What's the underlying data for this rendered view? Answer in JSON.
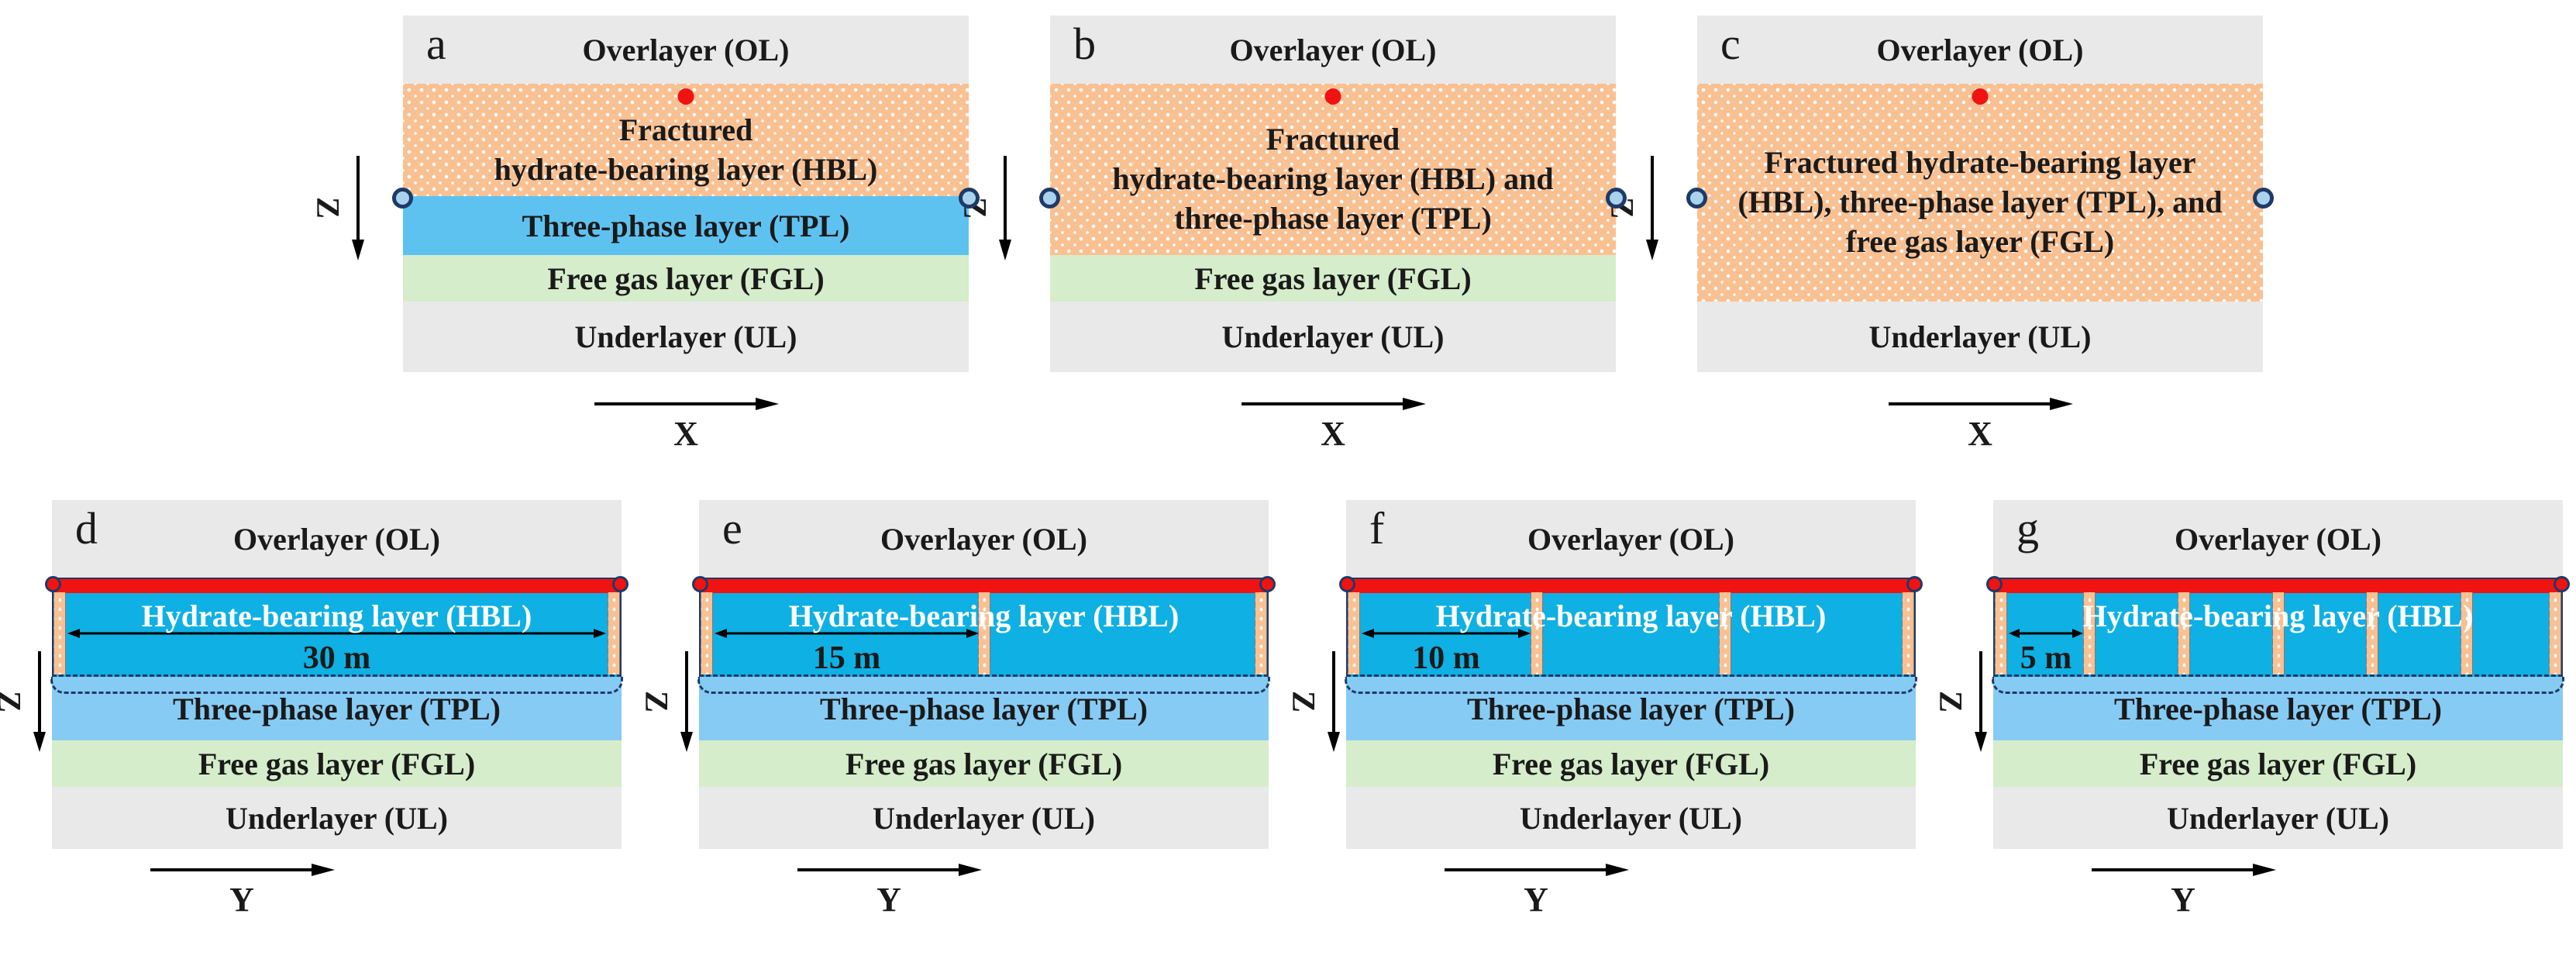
{
  "palette": {
    "gray": "#e9e9e9",
    "orange": "#f9c092",
    "cyan": "#0fb0e4",
    "tpl_top": "#5ec2f1",
    "tpl_bottom": "#86cbf4",
    "green": "#d5edca",
    "red": "#f11212",
    "navy": "#1f3a66",
    "circle": "#a9d2ef"
  },
  "axes": {
    "x": "X",
    "y": "Y",
    "z": "Z"
  },
  "top_row": [
    {
      "letter": "a",
      "labels": {
        "ol": "Overlayer (OL)",
        "tpl": "Three-phase layer (TPL)",
        "fgl": "Free gas layer (FGL)",
        "ul": "Underlayer (UL)"
      },
      "frac_lines": [
        "Fractured",
        "hydrate-bearing layer (HBL)"
      ]
    },
    {
      "letter": "b",
      "labels": {
        "ol": "Overlayer (OL)",
        "fgl": "Free gas layer (FGL)",
        "ul": "Underlayer (UL)"
      },
      "frac_lines": [
        "Fractured",
        "hydrate-bearing layer (HBL) and",
        "three-phase layer (TPL)"
      ]
    },
    {
      "letter": "c",
      "labels": {
        "ol": "Overlayer (OL)",
        "ul": "Underlayer (UL)"
      },
      "frac_lines": [
        "Fractured hydrate-bearing layer",
        "(HBL), three-phase layer (TPL), and",
        "free gas layer (FGL)"
      ]
    }
  ],
  "bottom_row": [
    {
      "letter": "d",
      "spacing": "30 m",
      "labels": {
        "ol": "Overlayer (OL)",
        "hbl": "Hydrate-bearing layer (HBL)",
        "tpl": "Three-phase layer (TPL)",
        "fgl": "Free gas layer (FGL)",
        "ul": "Underlayer (UL)"
      }
    },
    {
      "letter": "e",
      "spacing": "15 m",
      "labels": {
        "ol": "Overlayer (OL)",
        "hbl": "Hydrate-bearing layer (HBL)",
        "tpl": "Three-phase layer (TPL)",
        "fgl": "Free gas layer (FGL)",
        "ul": "Underlayer (UL)"
      }
    },
    {
      "letter": "f",
      "spacing": "10 m",
      "labels": {
        "ol": "Overlayer (OL)",
        "hbl": "Hydrate-bearing layer (HBL)",
        "tpl": "Three-phase layer (TPL)",
        "fgl": "Free gas layer (FGL)",
        "ul": "Underlayer (UL)"
      }
    },
    {
      "letter": "g",
      "spacing": "5 m",
      "labels": {
        "ol": "Overlayer (OL)",
        "hbl": "Hydrate-bearing layer (HBL)",
        "tpl": "Three-phase layer (TPL)",
        "fgl": "Free gas layer (FGL)",
        "ul": "Underlayer (UL)"
      }
    }
  ]
}
